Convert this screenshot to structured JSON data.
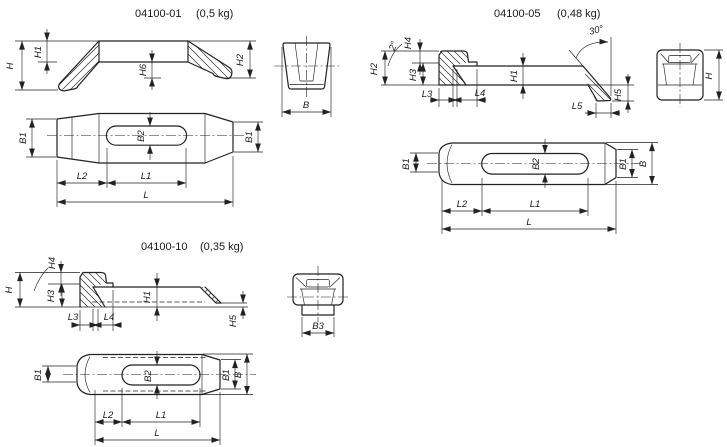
{
  "page": {
    "background": "#ffffff",
    "line_color": "#222222"
  },
  "drawings": {
    "d1": {
      "title": "04100-01",
      "weight": "(0,5 kg)",
      "side": {
        "h": "H",
        "h1": "H1",
        "h6": "H6",
        "h2": "H2"
      },
      "end": {
        "b": "B"
      },
      "top": {
        "b1_left": "B1",
        "b2": "B2",
        "b1_right": "B1",
        "l2": "L2",
        "l1": "L1",
        "l": "L"
      }
    },
    "d2": {
      "title": "04100-05",
      "weight": "(0,48 kg)",
      "side": {
        "angle_draft": "2°",
        "h4": "H4",
        "h2": "H2",
        "h3": "H3",
        "l3": "L3",
        "l4": "L4",
        "h1": "H1",
        "angle_foot": "30°",
        "h5": "H5",
        "l5": "L5"
      },
      "end": {
        "h": "H"
      },
      "top": {
        "b1_left": "B1",
        "b2": "B2",
        "b1_right": "B1",
        "b": "B",
        "l2": "L2",
        "l1": "L1",
        "l": "L"
      }
    },
    "d3": {
      "title": "04100-10",
      "weight": "(0,35 kg)",
      "side": {
        "h4": "H4",
        "h": "H",
        "h3": "H3",
        "l3": "L3",
        "l4": "L4",
        "h1": "H1",
        "h5": "H5"
      },
      "end": {
        "b3": "B3"
      },
      "top": {
        "b1_left": "B1",
        "b2": "B2",
        "b1_right": "B1",
        "b": "B",
        "l2": "L2",
        "l1": "L1",
        "l": "L"
      }
    }
  }
}
